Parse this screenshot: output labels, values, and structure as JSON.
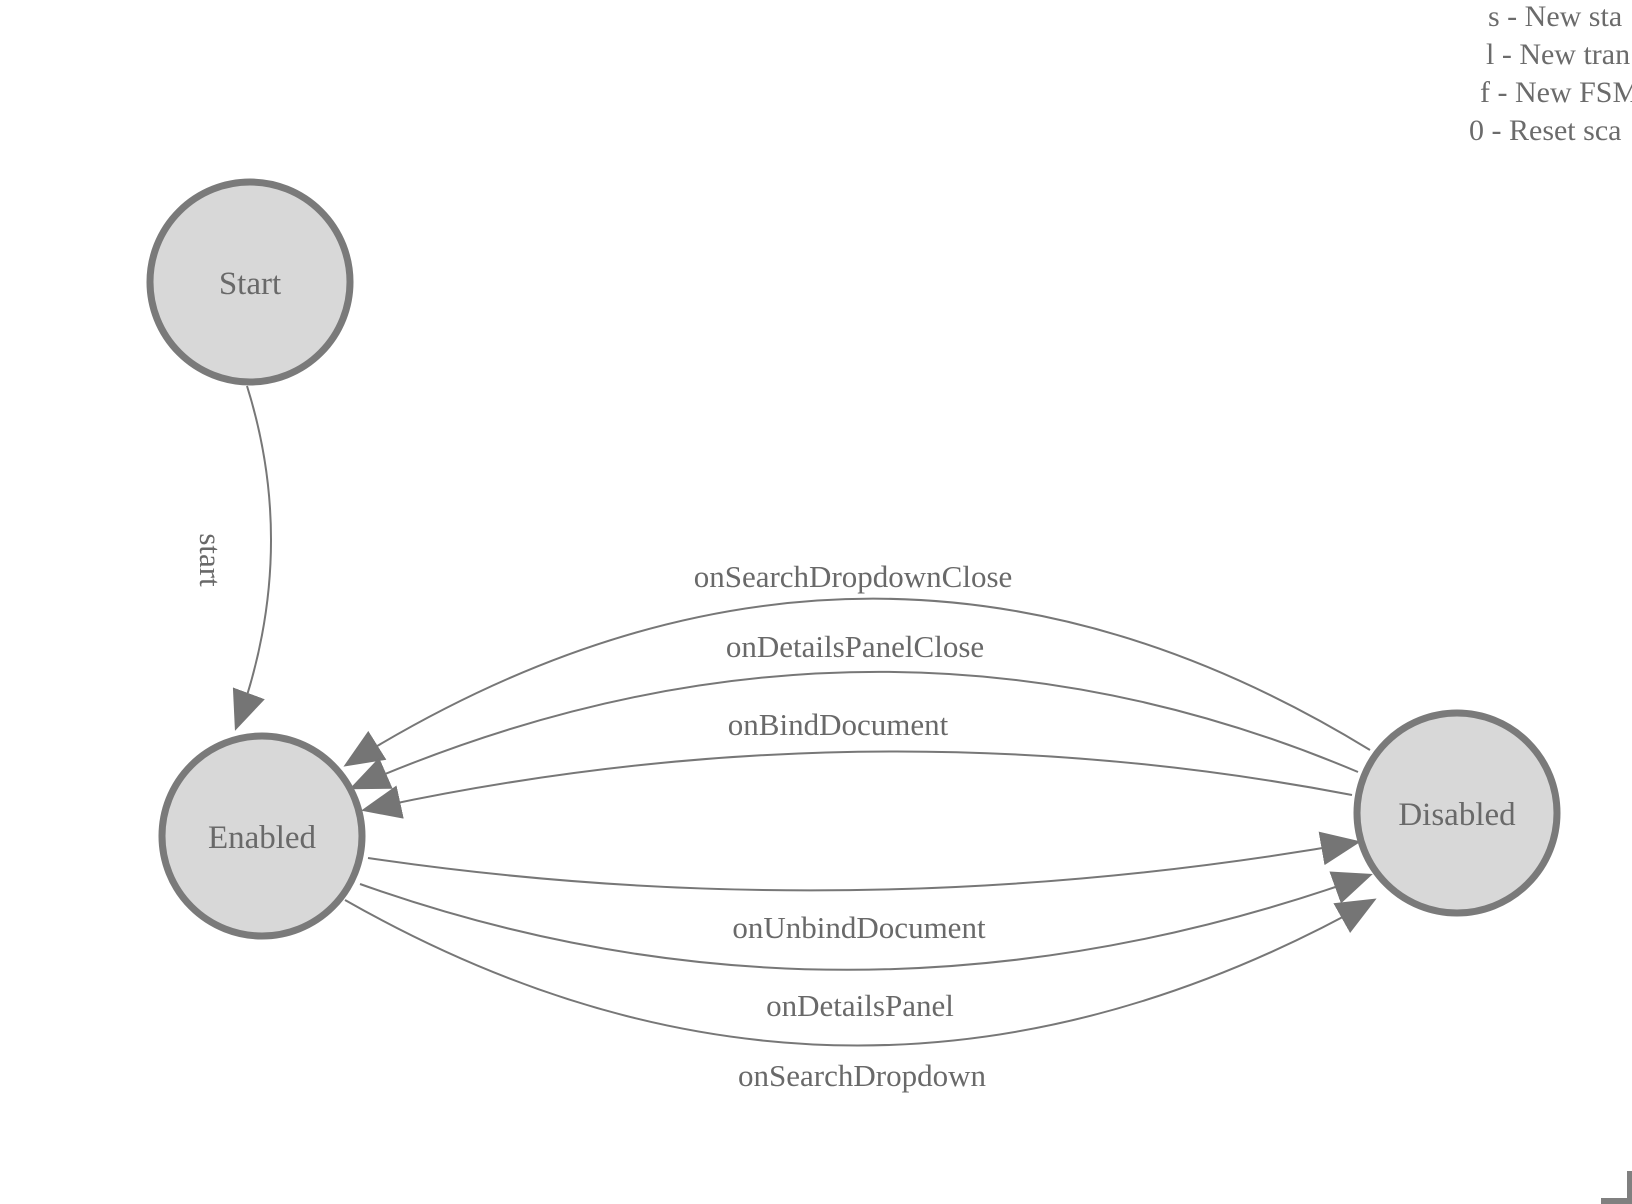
{
  "canvas": {
    "background": "#ffffff"
  },
  "colors": {
    "state_fill": "#d8d8d8",
    "state_stroke": "#7a7a7a",
    "edge_stroke": "#777777",
    "arrow_fill": "#757575",
    "label_text": "#696969"
  },
  "legend": {
    "lines": [
      "s - New sta",
      "l - New tran",
      "f - New FSM",
      "0 - Reset sca"
    ]
  },
  "states": [
    {
      "id": "start",
      "label": "Start"
    },
    {
      "id": "enabled",
      "label": "Enabled"
    },
    {
      "id": "disabled",
      "label": "Disabled"
    }
  ],
  "transitions": [
    {
      "label": "start",
      "from": "Start",
      "to": "Enabled"
    },
    {
      "label": "onSearchDropdownClose",
      "from": "Disabled",
      "to": "Enabled"
    },
    {
      "label": "onDetailsPanelClose",
      "from": "Disabled",
      "to": "Enabled"
    },
    {
      "label": "onBindDocument",
      "from": "Disabled",
      "to": "Enabled"
    },
    {
      "label": "onUnbindDocument",
      "from": "Enabled",
      "to": "Disabled"
    },
    {
      "label": "onDetailsPanel",
      "from": "Enabled",
      "to": "Disabled"
    },
    {
      "label": "onSearchDropdown",
      "from": "Enabled",
      "to": "Disabled"
    }
  ]
}
